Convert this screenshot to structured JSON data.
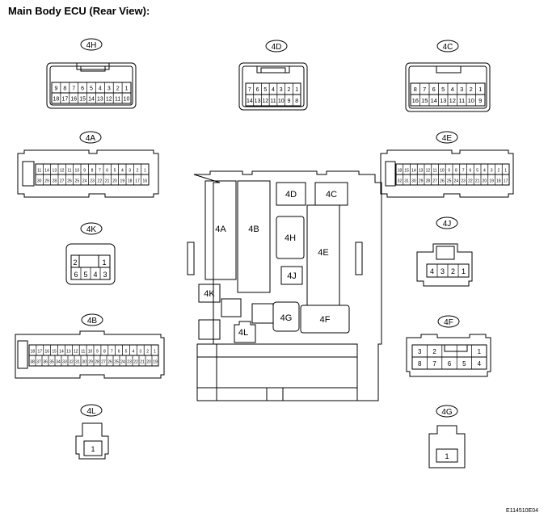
{
  "title": "Main Body ECU (Rear View):",
  "doc_id": "E114510E04",
  "connectors": {
    "4H": {
      "label": "4H",
      "top": [
        "9",
        "8",
        "7",
        "6",
        "5",
        "4",
        "3",
        "2",
        "1"
      ],
      "bottom": [
        "18",
        "17",
        "16",
        "15",
        "14",
        "13",
        "12",
        "11",
        "10"
      ]
    },
    "4D": {
      "label": "4D",
      "top": [
        "7",
        "6",
        "5",
        "4",
        "3",
        "2",
        "1"
      ],
      "bottom": [
        "14",
        "13",
        "12",
        "11",
        "10",
        "9",
        "8"
      ]
    },
    "4C": {
      "label": "4C",
      "top": [
        "8",
        "7",
        "6",
        "5",
        "4",
        "3",
        "2",
        "1"
      ],
      "bottom": [
        "16",
        "15",
        "14",
        "13",
        "12",
        "11",
        "10",
        "9"
      ]
    },
    "4A": {
      "label": "4A",
      "top": [
        "11",
        "14",
        "13",
        "12",
        "11",
        "10",
        "9",
        "8",
        "7",
        "6",
        "5",
        "4",
        "3",
        "2",
        "1"
      ],
      "bottom": [
        "30",
        "29",
        "28",
        "27",
        "26",
        "25",
        "24",
        "23",
        "22",
        "21",
        "20",
        "19",
        "18",
        "17",
        "16"
      ]
    },
    "4E": {
      "label": "4E",
      "top": [
        "18",
        "15",
        "14",
        "13",
        "12",
        "11",
        "10",
        "9",
        "8",
        "7",
        "6",
        "5",
        "4",
        "3",
        "2",
        "1"
      ],
      "bottom": [
        "32",
        "31",
        "30",
        "29",
        "28",
        "27",
        "26",
        "25",
        "24",
        "23",
        "22",
        "21",
        "20",
        "19",
        "18",
        "17"
      ]
    },
    "4K": {
      "label": "4K",
      "top": [
        "2",
        "",
        "1"
      ],
      "bottom": [
        "6",
        "5",
        "4",
        "3"
      ]
    },
    "4J": {
      "label": "4J",
      "top": [
        "4",
        "3",
        "2",
        "1"
      ]
    },
    "4B": {
      "label": "4B",
      "top": [
        "18",
        "17",
        "16",
        "15",
        "14",
        "13",
        "12",
        "11",
        "10",
        "9",
        "8",
        "7",
        "6",
        "5",
        "4",
        "3",
        "2",
        "1"
      ],
      "bottom": [
        "38",
        "37",
        "36",
        "35",
        "34",
        "33",
        "32",
        "31",
        "30",
        "29",
        "28",
        "27",
        "26",
        "25",
        "24",
        "23",
        "22",
        "21",
        "20",
        "19"
      ]
    },
    "4F": {
      "label": "4F",
      "top": [
        "3",
        "2",
        "",
        "",
        "1"
      ],
      "bottom": [
        "8",
        "7",
        "6",
        "5",
        "4"
      ]
    },
    "4L": {
      "label": "4L",
      "pins": [
        "1"
      ]
    },
    "4G": {
      "label": "4G",
      "pins": [
        "1"
      ]
    }
  },
  "ecu_blocks": [
    "4A",
    "4B",
    "4D",
    "4C",
    "4H",
    "4E",
    "4J",
    "4K",
    "4L",
    "4G",
    "4F"
  ]
}
